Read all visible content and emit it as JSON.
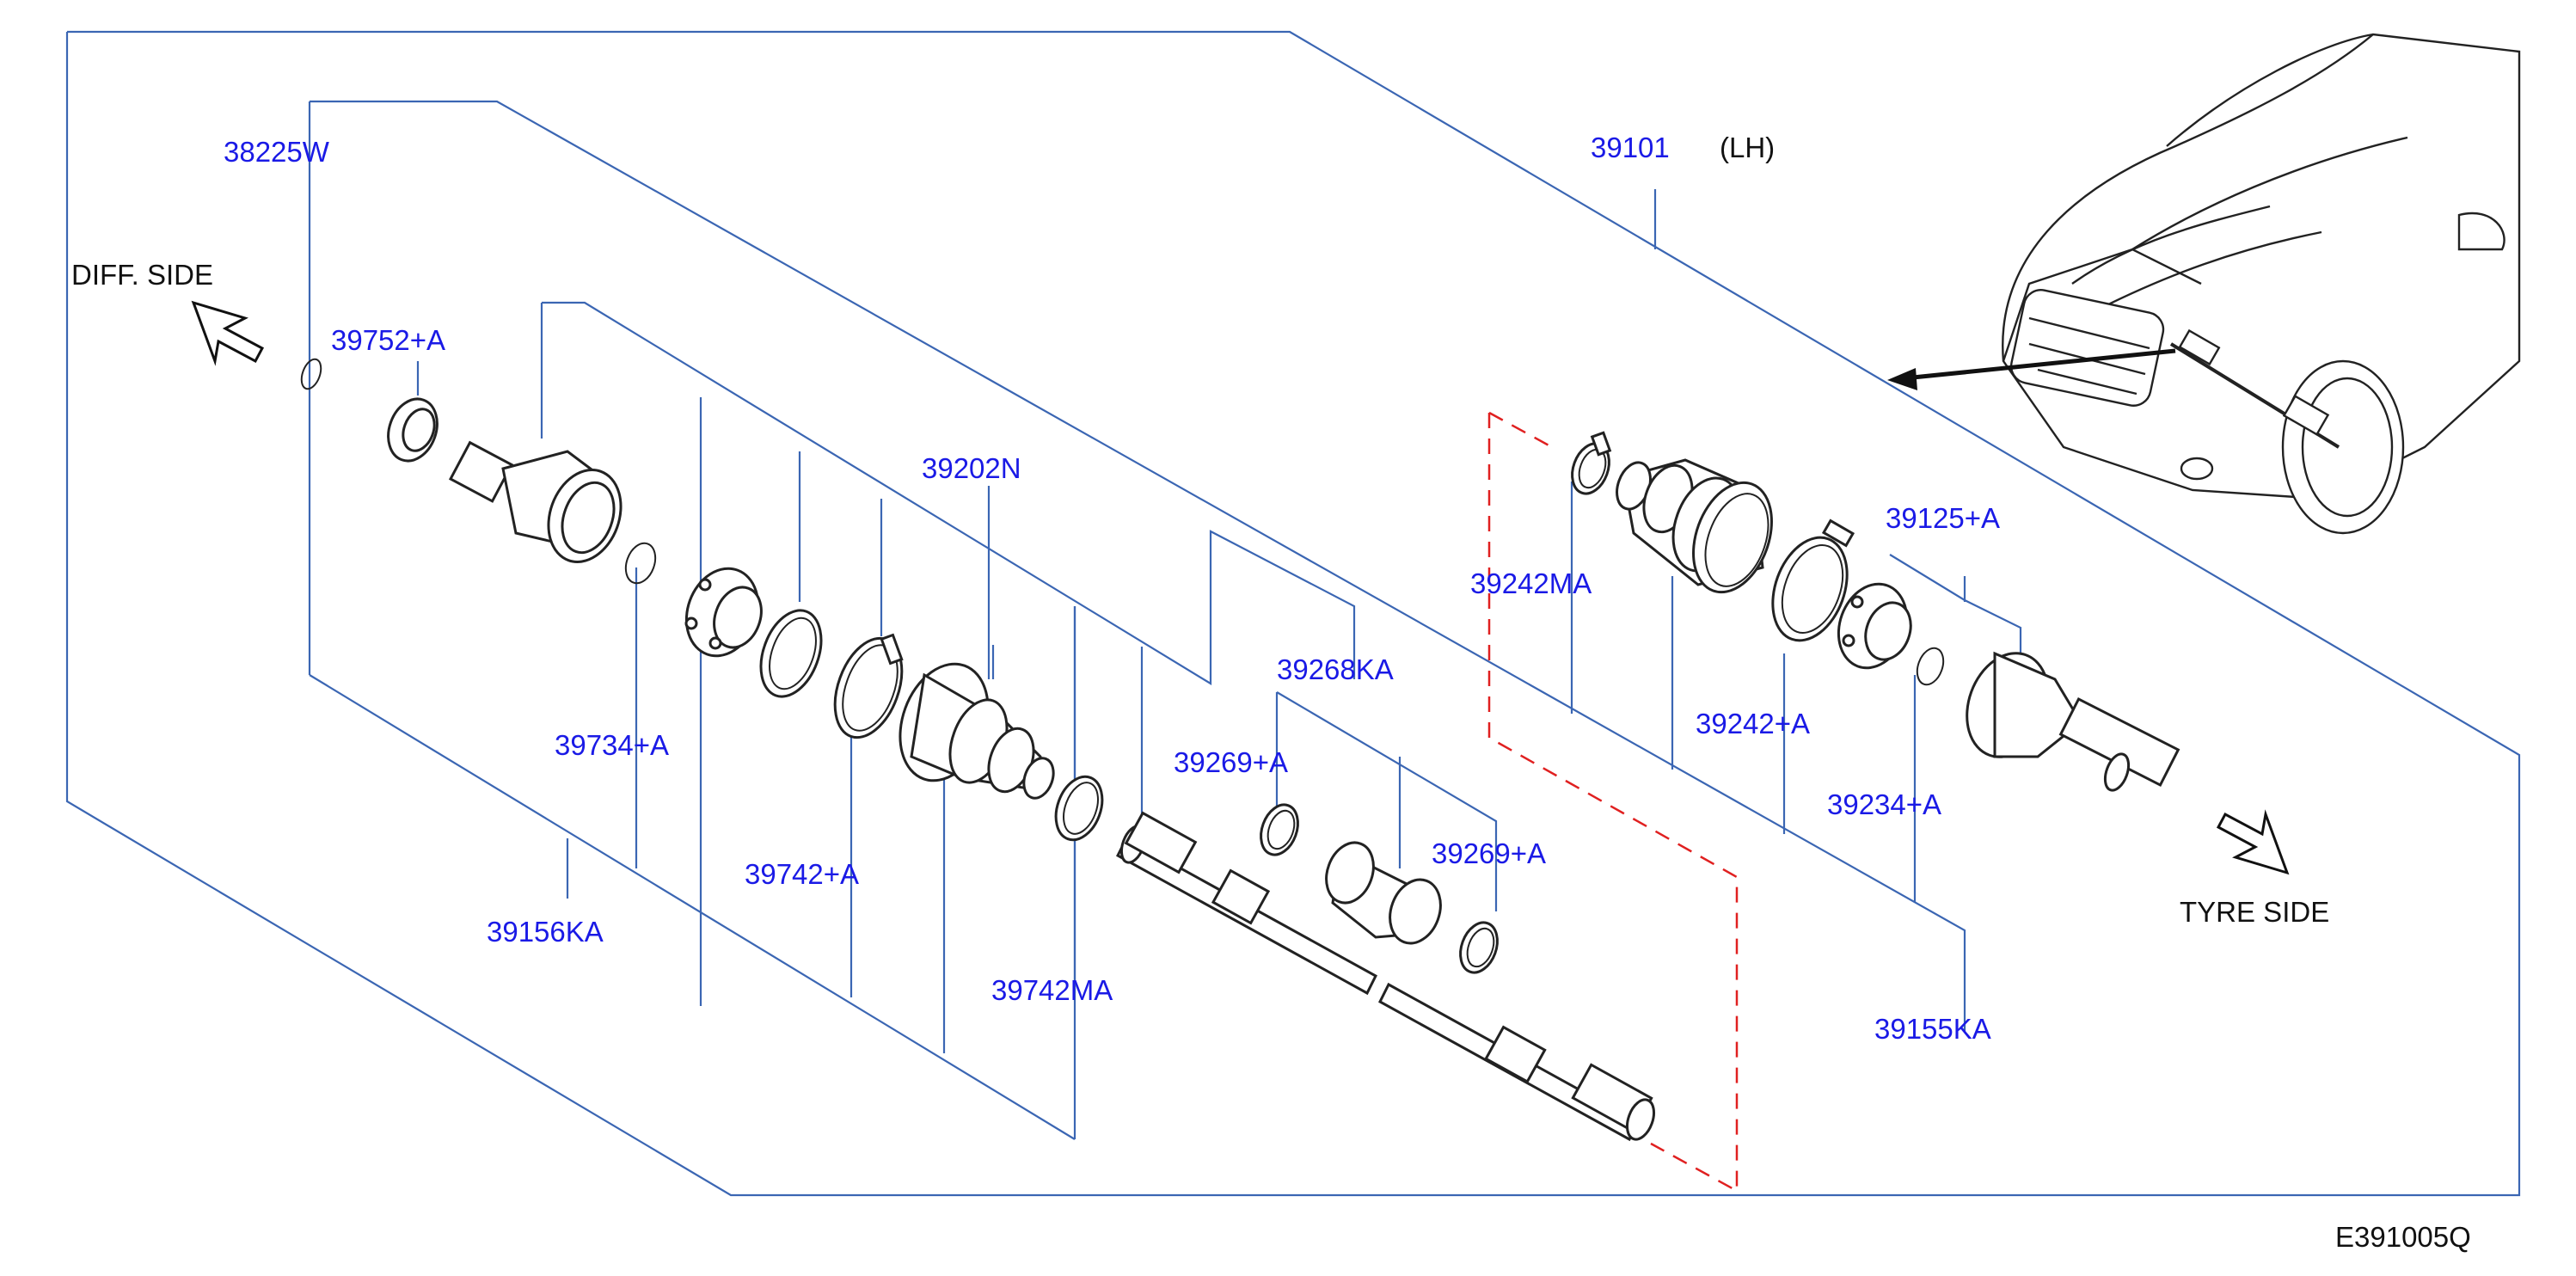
{
  "diagram_code": "E391005Q",
  "assembly": {
    "part_no": "39101",
    "side": "(LH)"
  },
  "direction_labels": {
    "diff": "DIFF.  SIDE",
    "tyre": "TYRE  SIDE"
  },
  "parts": {
    "p38225W": "38225W",
    "p39752A": "39752+A",
    "p39202N": "39202N",
    "p39734A": "39734+A",
    "p39742A": "39742+A",
    "p39156KA": "39156KA",
    "p39742MA": "39742MA",
    "p39268KA": "39268KA",
    "p39269A_1": "39269+A",
    "p39269A_2": "39269+A",
    "p39242MA": "39242MA",
    "p39242A": "39242+A",
    "p39125A": "39125+A",
    "p39234A": "39234+A",
    "p39155KA": "39155KA"
  },
  "colors": {
    "leader": "#3b66b3",
    "part_label": "#1a1ae6",
    "kit_outline": "#e02020",
    "ink": "#111111"
  },
  "icons": [
    "arrow-diff-side-icon",
    "arrow-tyre-side-icon",
    "vehicle-illustration"
  ]
}
